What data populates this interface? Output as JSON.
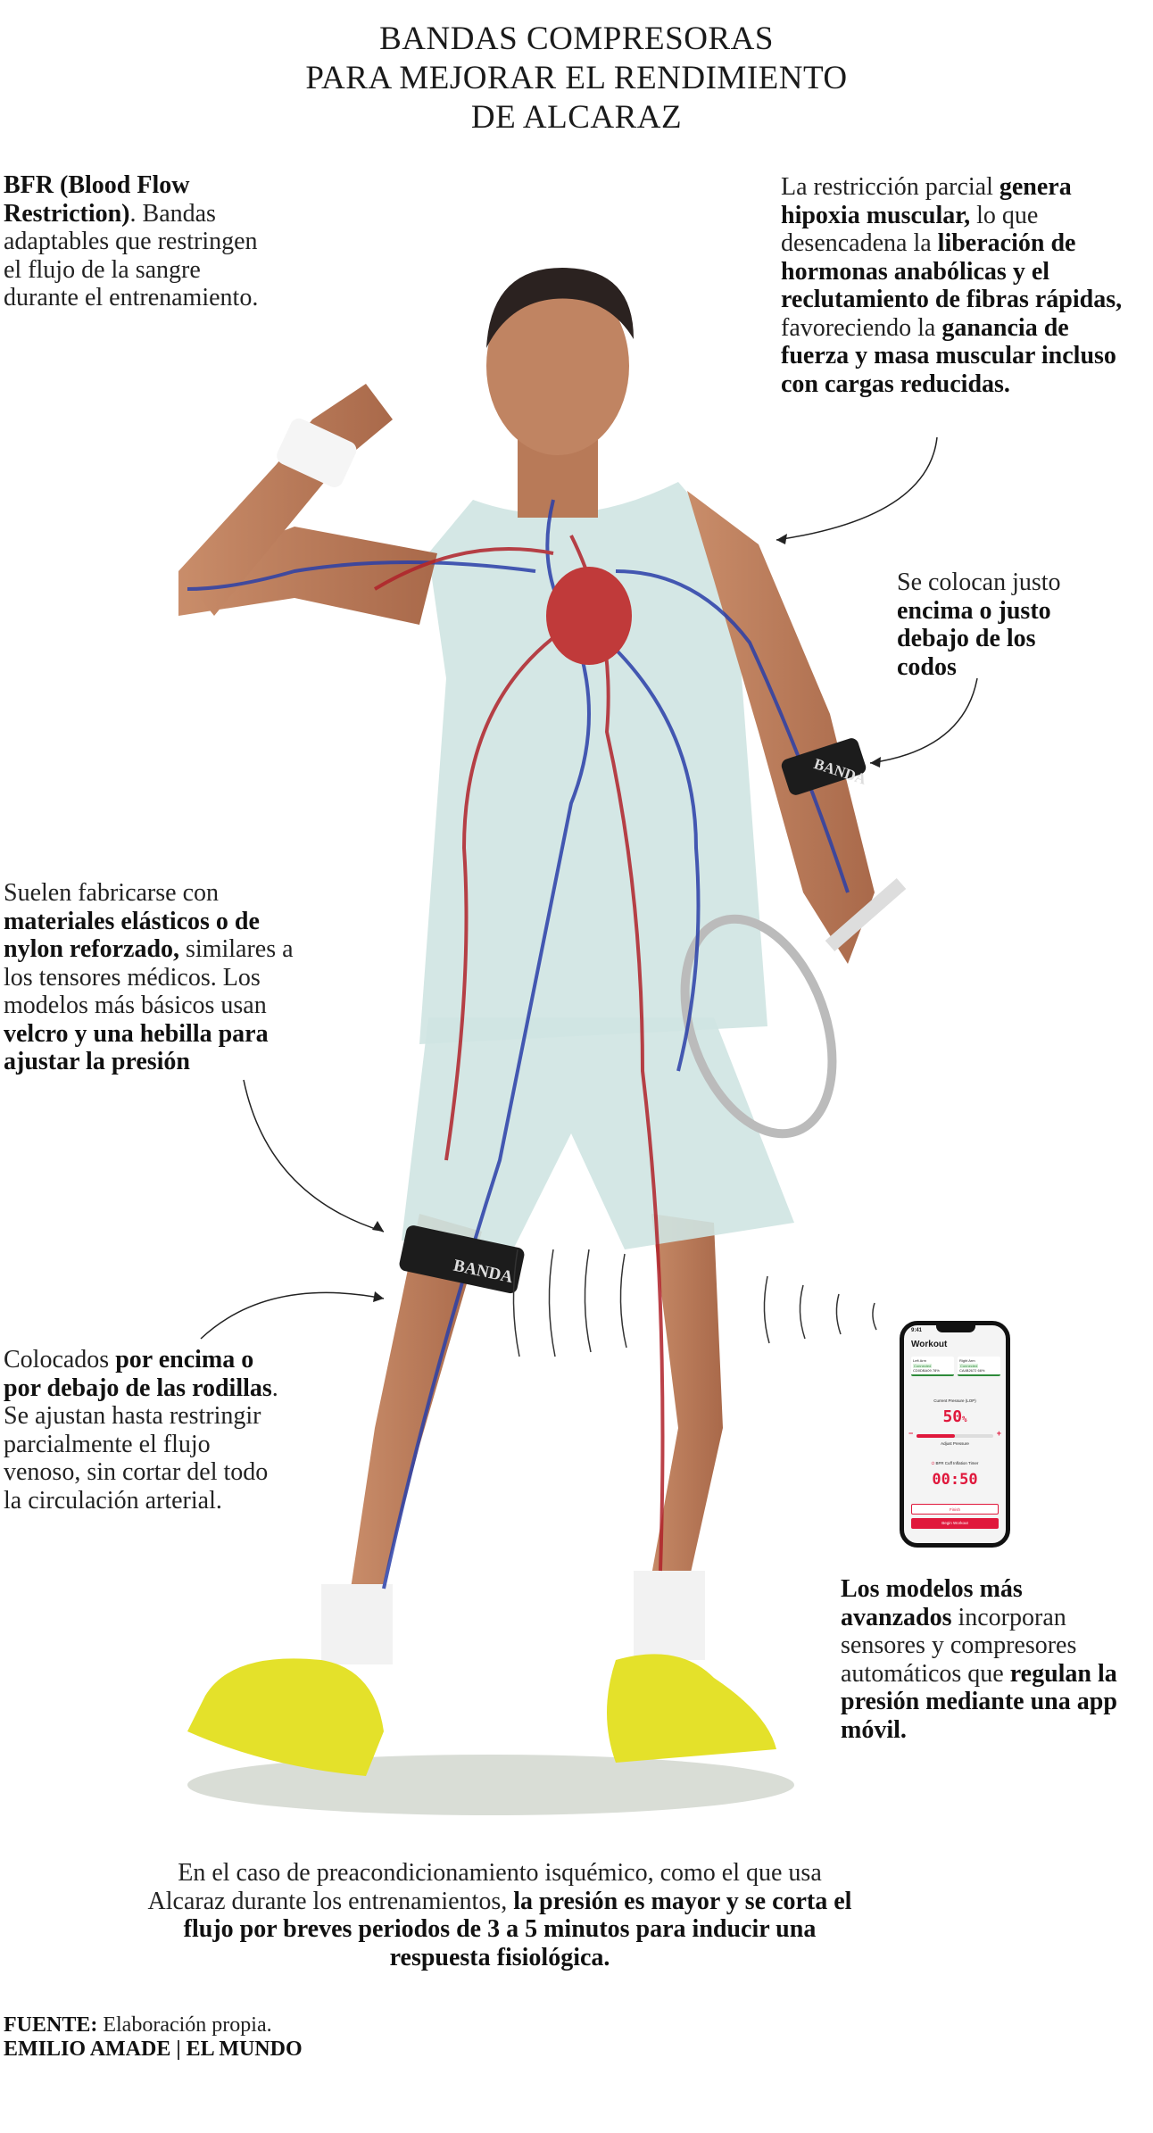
{
  "title": [
    "BANDAS COMPRESORAS",
    "PARA MEJORAR EL RENDIMIENTO",
    "DE ALCARAZ"
  ],
  "annotations": {
    "bfr": {
      "bold": "BFR (Blood Flow Restriction)",
      "rest": ". Bandas adaptables que restringen el flujo de la sangre durante el entrenamiento."
    },
    "hipoxia": {
      "p1": "La restricción parcial ",
      "b1": "genera hipoxia muscular,",
      "p2": " lo que desencadena la ",
      "b2": "liberación de hormonas anabólicas y el reclutamiento de fibras rápidas,",
      "p3": " favoreciendo la ",
      "b3": "ganancia de fuerza y masa muscular incluso con cargas reducidas."
    },
    "codos": {
      "p1": "Se colocan justo ",
      "b1": "encima o justo debajo de los codos"
    },
    "materiales": {
      "p1": "Suelen fabricarse con ",
      "b1": "materiales elásticos o de nylon reforzado,",
      "p2": " similares a los tensores médicos. Los modelos más básicos usan ",
      "b2": "velcro y una hebilla para ajustar la presión"
    },
    "rodillas": {
      "p1": "Colocados ",
      "b1": "por encima o por debajo de las rodillas",
      "p2": ". Se ajustan hasta restringir parcialmente el flujo venoso, sin cortar del todo la circulación arterial."
    },
    "avanzados": {
      "b1": "Los modelos más avanzados",
      "p1": " incorporan sensores y compresores automáticos que ",
      "b2": "regulan la presión mediante una app móvil."
    },
    "isquemico": {
      "p1": "En el caso de preacondicionamiento isquémico, como el que usa Alcaraz durante los entrenamientos, ",
      "b1": "la presión es mayor y se corta el flujo por breves periodos de 3 a 5 minutos para inducir una respuesta fisiológica."
    }
  },
  "band_label": "BANDA",
  "phone": {
    "time": "9:41",
    "title": "Workout",
    "left_card": {
      "name": "Left Arm",
      "status": "Connected",
      "id": "CD0DBA09",
      "battery": "78%"
    },
    "right_card": {
      "name": "Right Arm",
      "status": "Connected",
      "id": "CA4B2672",
      "battery": "66%"
    },
    "pressure_label": "Current Pressure (LOP)",
    "pressure_value": "50",
    "pressure_unit": "%",
    "pressure_fraction": 0.5,
    "adjust_label": "Adjust Pressure",
    "minus": "−",
    "plus": "+",
    "timer_label": "BFR Cuff Inflation Timer",
    "timer_value": "00:50",
    "finish_label": "Finish",
    "begin_label": "Begin Workout"
  },
  "colors": {
    "artery": "#b0222a",
    "vein": "#2a3fa8",
    "shirt": "#cfe4e2",
    "accent": "#e0183c"
  },
  "source": {
    "label": "FUENTE:",
    "text": " Elaboración propia.",
    "credit": "EMILIO AMADE | EL MUNDO"
  }
}
